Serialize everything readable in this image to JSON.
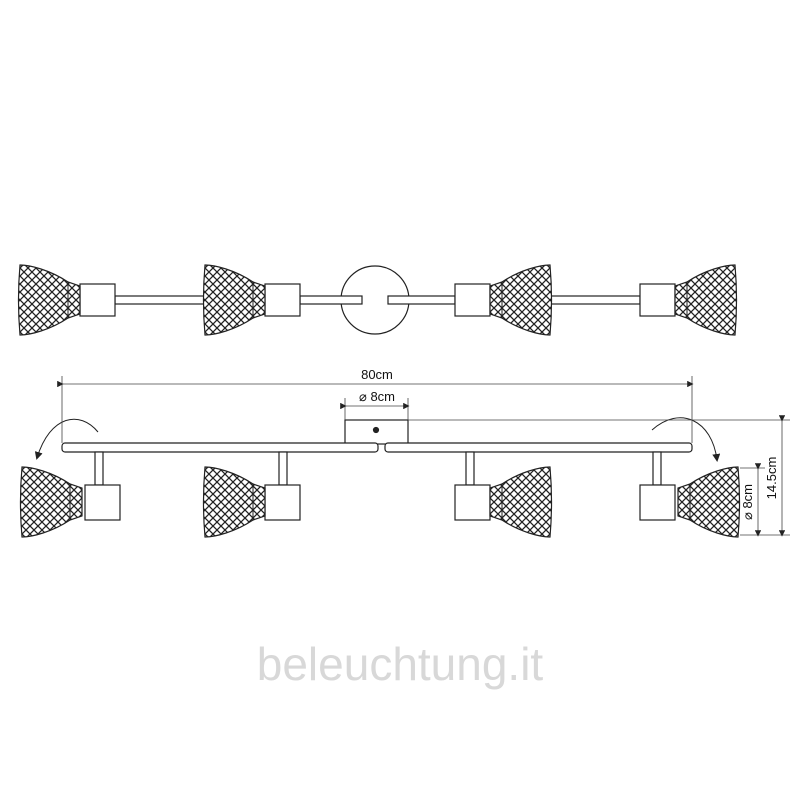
{
  "dimensions": {
    "total_width": "80cm",
    "canopy_diameter": "⌀ 8cm",
    "total_height": "14.5cm",
    "shade_diameter": "⌀ 8cm"
  },
  "watermark": "beleuchtung.it",
  "colors": {
    "line": "#222222",
    "fill": "#ffffff",
    "watermark": "#d8d8d8"
  }
}
